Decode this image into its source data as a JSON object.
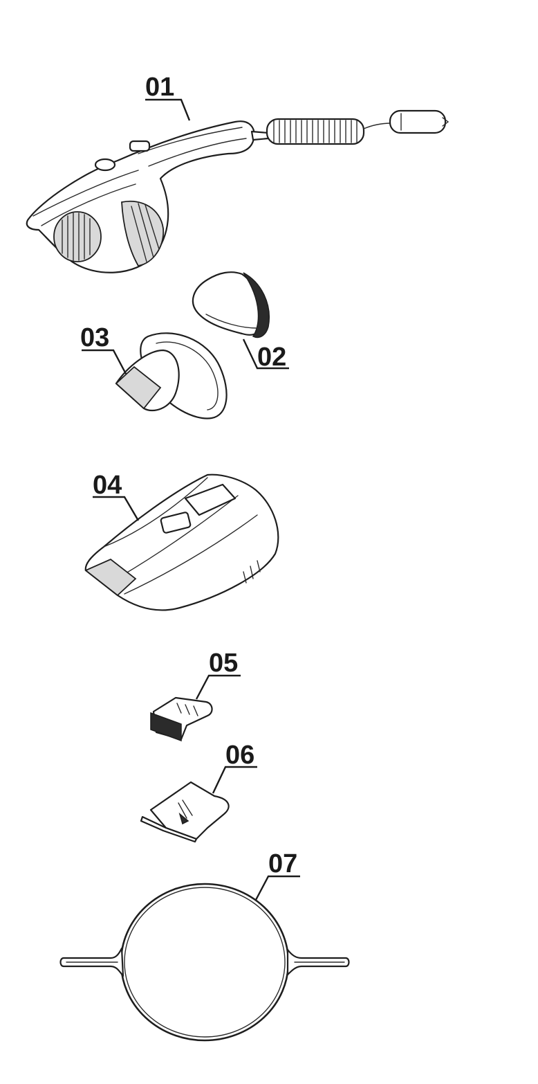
{
  "labels": {
    "p01": "01",
    "p02": "02",
    "p03": "03",
    "p04": "04",
    "p05": "05",
    "p06": "06",
    "p07": "07"
  },
  "colors": {
    "ink": "#1e1e1e",
    "background": "#ffffff"
  }
}
